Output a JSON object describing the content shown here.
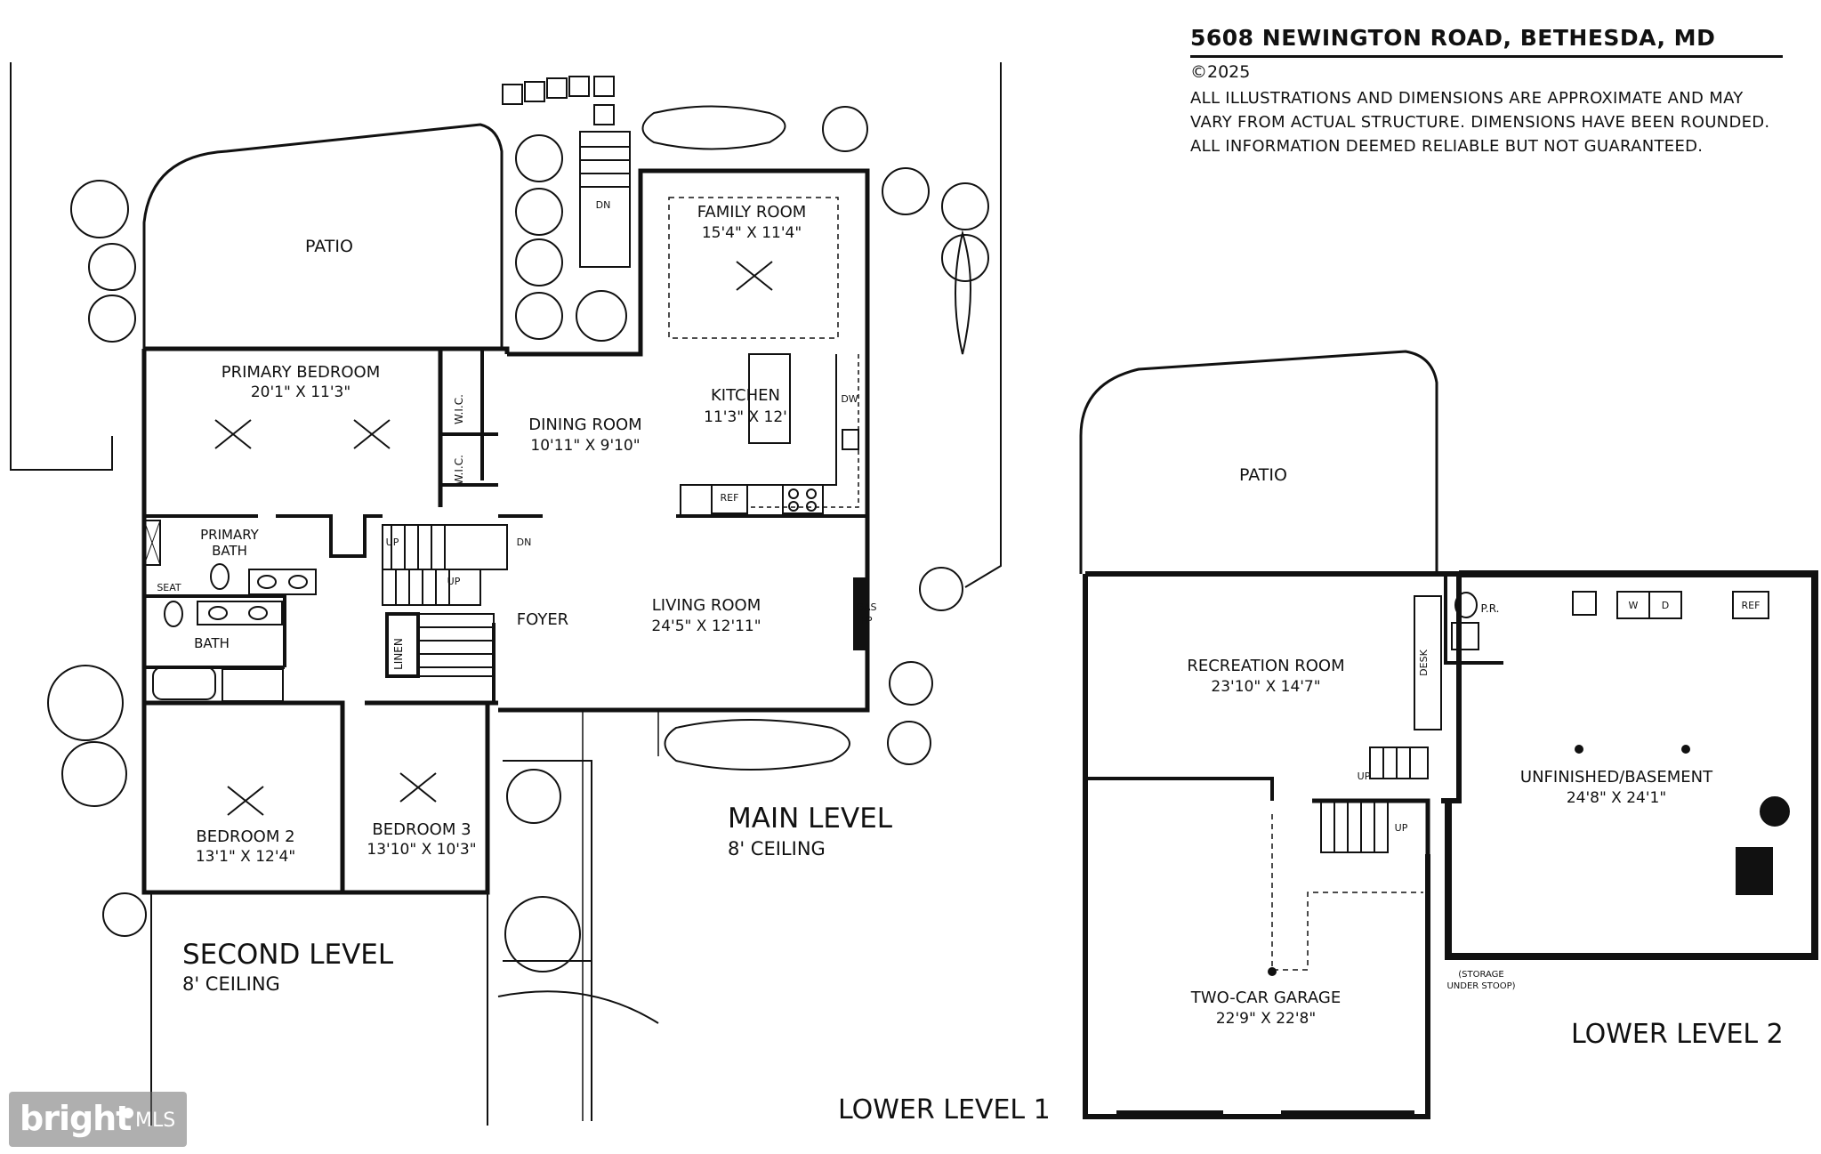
{
  "header": {
    "address": "5608 NEWINGTON ROAD, BETHESDA, MD",
    "copyright": "©2025",
    "disclaimer": [
      "ALL ILLUSTRATIONS AND DIMENSIONS ARE APPROXIMATE AND MAY",
      "VARY FROM ACTUAL STRUCTURE. DIMENSIONS HAVE BEEN ROUNDED.",
      "ALL INFORMATION DEEMED RELIABLE BUT NOT GUARANTEED."
    ]
  },
  "levels": {
    "second": {
      "name": "SECOND LEVEL",
      "ceiling": "8' CEILING"
    },
    "main": {
      "name": "MAIN LEVEL",
      "ceiling": "8' CEILING"
    },
    "lower1": {
      "name": "LOWER LEVEL 1"
    },
    "lower2": {
      "name": "LOWER LEVEL 2"
    }
  },
  "rooms": {
    "patio_upper": {
      "name": "PATIO"
    },
    "primary_bedroom": {
      "name": "PRIMARY BEDROOM",
      "dims": "20'1\" X 11'3\""
    },
    "primary_bath": {
      "name": "PRIMARY",
      "name2": "BATH"
    },
    "bath": {
      "name": "BATH"
    },
    "bedroom2": {
      "name": "BEDROOM 2",
      "dims": "13'1\" X 12'4\""
    },
    "bedroom3": {
      "name": "BEDROOM 3",
      "dims": "13'10\" X 10'3\""
    },
    "family_room": {
      "name": "FAMILY ROOM",
      "dims": "15'4\" X 11'4\""
    },
    "kitchen": {
      "name": "KITCHEN",
      "dims": "11'3\" X 12'"
    },
    "dining_room": {
      "name": "DINING ROOM",
      "dims": "10'11\" X 9'10\""
    },
    "living_room": {
      "name": "LIVING ROOM",
      "dims": "24'5\" X 12'11\""
    },
    "foyer": {
      "name": "FOYER"
    },
    "patio_lower": {
      "name": "PATIO"
    },
    "recreation_room": {
      "name": "RECREATION ROOM",
      "dims": "23'10\" X 14'7\""
    },
    "garage": {
      "name": "TWO-CAR GARAGE",
      "dims": "22'9\" X 22'8\""
    },
    "basement": {
      "name": "UNFINISHED/BASEMENT",
      "dims": "24'8\" X 24'1\""
    }
  },
  "fixtures": {
    "wic": "W.I.C.",
    "seat": "SEAT",
    "linen": "LINEN",
    "up": "UP",
    "dn": "DN",
    "dw": "DW",
    "ref": "REF",
    "gas": "GAS",
    "fp": "FP",
    "desk": "DESK",
    "pr": "P.R.",
    "washer": "W",
    "dryer": "D",
    "storage1": "(STORAGE",
    "storage2": "UNDER STOOP)"
  },
  "watermark": {
    "brand": "bright",
    "mls": "MLS"
  }
}
